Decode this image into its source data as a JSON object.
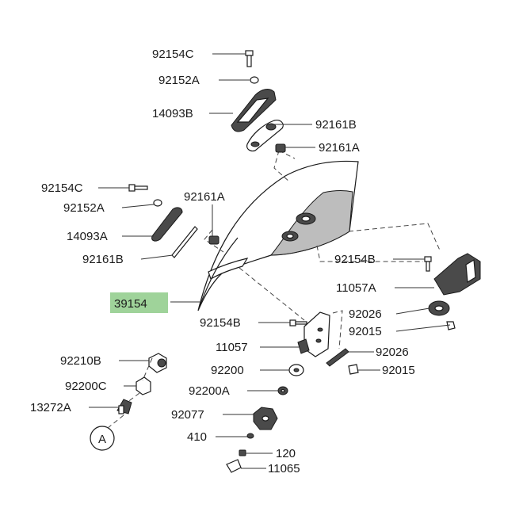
{
  "diagram": {
    "highlight_color": "#9fd39a",
    "labels": {
      "p92154C_top": "92154C",
      "p92152A_top": "92152A",
      "p14093B": "14093B",
      "p92161B_top": "92161B",
      "p92161A_top": "92161A",
      "p92154C_left": "92154C",
      "p92152A_left": "92152A",
      "p92161A_mid": "92161A",
      "p14093A": "14093A",
      "p92161B_left": "92161B",
      "p92154B_right": "92154B",
      "p11057A": "11057A",
      "p39154": "39154",
      "p92026_right": "92026",
      "p92015_right": "92015",
      "p92154B_mid": "92154B",
      "p11057": "11057",
      "p92026_mid": "92026",
      "p92210B": "92210B",
      "p92200": "92200",
      "p92015_mid": "92015",
      "p92200C": "92200C",
      "p92200A": "92200A",
      "p13272A": "13272A",
      "p92077": "92077",
      "pA": "A",
      "p410": "410",
      "p120": "120",
      "p11065": "11065"
    }
  }
}
